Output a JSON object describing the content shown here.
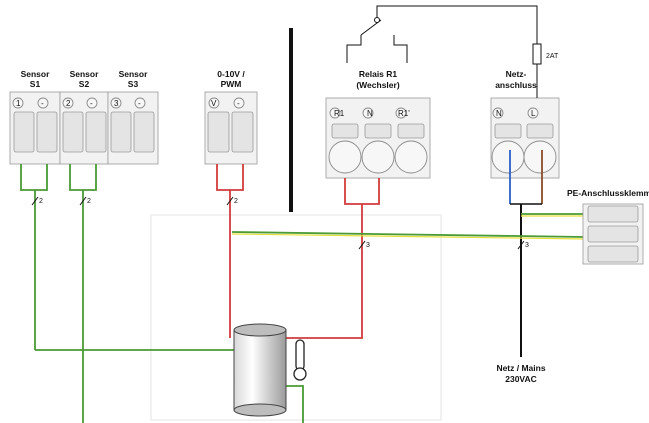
{
  "labels": {
    "sensor_s1": [
      "Sensor",
      "S1"
    ],
    "sensor_s2": [
      "Sensor",
      "S2"
    ],
    "sensor_s3": [
      "Sensor",
      "S3"
    ],
    "pwm": [
      "0-10V /",
      "PWM"
    ],
    "relais": [
      "Relais R1",
      "(Wechsler)"
    ],
    "netz": [
      "Netz-",
      "anschluss"
    ],
    "fuse": "2AT",
    "pe": "PE-Anschlussklemme",
    "mains": [
      "Netz / Mains",
      "230VAC"
    ]
  },
  "terminals": {
    "s1": [
      "1",
      "-"
    ],
    "s2": [
      "2",
      "-"
    ],
    "s3": [
      "3",
      "-"
    ],
    "pwm": [
      "V",
      "-"
    ],
    "relais": [
      "R1",
      "N",
      "R1'"
    ],
    "netz": [
      "N",
      "L"
    ]
  },
  "wire_counts": {
    "s1": "2",
    "s2": "2",
    "pwm": "2",
    "relais": "3",
    "mains": "3"
  },
  "colors": {
    "green": "#4a9a35",
    "red": "#d23b3b",
    "blue": "#2b5fc7",
    "brown": "#8a4b2a",
    "yellow": "#e6e03a",
    "black": "#111111",
    "green_yellow": "#7fb53a"
  }
}
